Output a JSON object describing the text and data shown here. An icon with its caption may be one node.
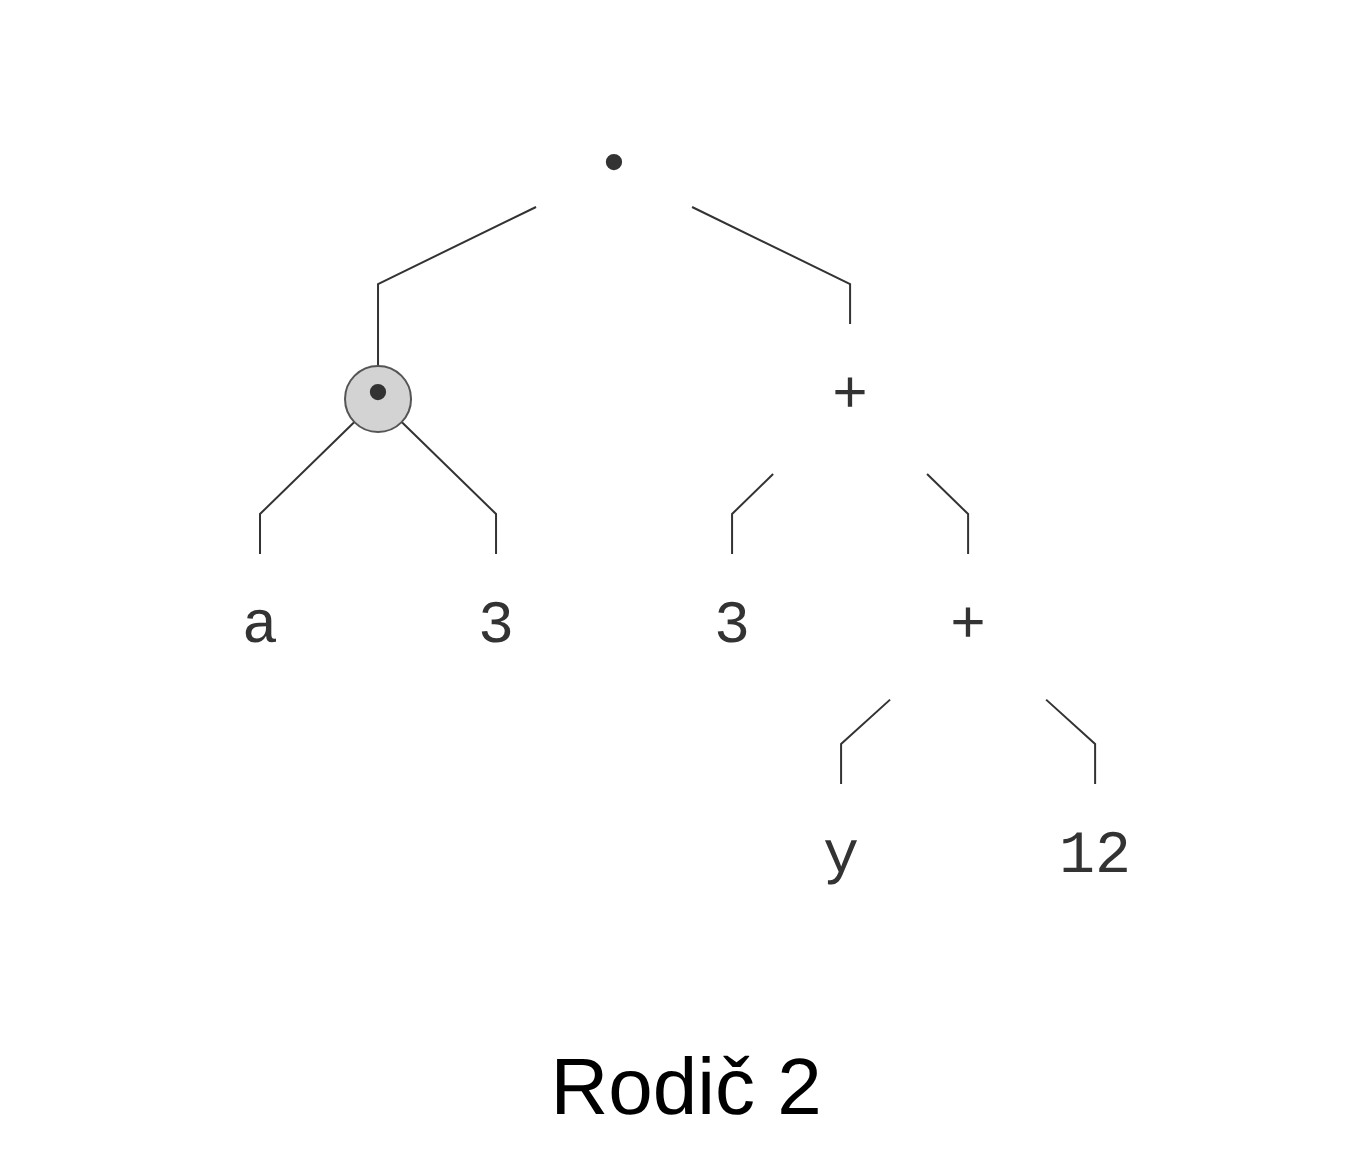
{
  "diagram": {
    "caption": "Rodič 2",
    "nodes": [
      {
        "text": [
          "•"
        ]
      },
      {
        "text": [
          "•"
        ]
      },
      {
        "text": [
          "+"
        ]
      },
      {
        "text": [
          "a"
        ]
      },
      {
        "text": [
          "3"
        ]
      },
      {
        "text": [
          "3"
        ]
      },
      {
        "text": [
          "+"
        ]
      },
      {
        "text": [
          "y"
        ]
      },
      {
        "text": [
          "12"
        ]
      }
    ],
    "edges": [
      {
        "from": 0,
        "to": 1,
        "arrow": "none"
      },
      {
        "from": 0,
        "to": 2,
        "arrow": "none"
      },
      {
        "from": 1,
        "to": 3,
        "arrow": "none"
      },
      {
        "from": 1,
        "to": 4,
        "arrow": "none"
      },
      {
        "from": 2,
        "to": 5,
        "arrow": "none"
      },
      {
        "from": 2,
        "to": 6,
        "arrow": "none"
      },
      {
        "from": 6,
        "to": 7,
        "arrow": "none"
      },
      {
        "from": 6,
        "to": 8,
        "arrow": "none"
      }
    ]
  }
}
